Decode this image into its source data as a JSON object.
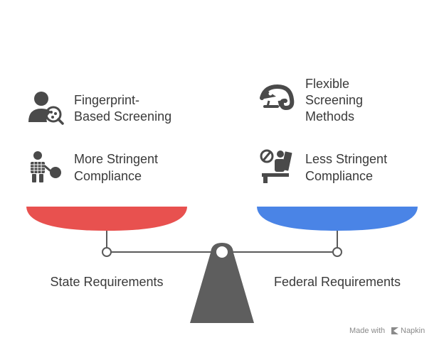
{
  "left_side": {
    "items": [
      {
        "icon": "fingerprint-search-icon",
        "lines": [
          "Fingerprint-",
          "Based Screening"
        ]
      },
      {
        "icon": "person-with-paddle-icon",
        "lines": [
          "More Stringent",
          "Compliance"
        ]
      }
    ],
    "requirement_label": "State Requirements",
    "pan_color": "#e8514f"
  },
  "right_side": {
    "items": [
      {
        "icon": "chameleon-icon",
        "lines": [
          "Flexible",
          "Screening",
          "Methods"
        ]
      },
      {
        "icon": "no-sign-person-laptop-icon",
        "lines": [
          "Less Stringent",
          "Compliance"
        ]
      }
    ],
    "requirement_label": "Federal Requirements",
    "pan_color": "#4a84e6"
  },
  "scale": {
    "beam_color": "#5a5a5a",
    "base_color": "#5e5e5e"
  },
  "footer": {
    "made_with": "Made with",
    "brand": "Napkin"
  }
}
